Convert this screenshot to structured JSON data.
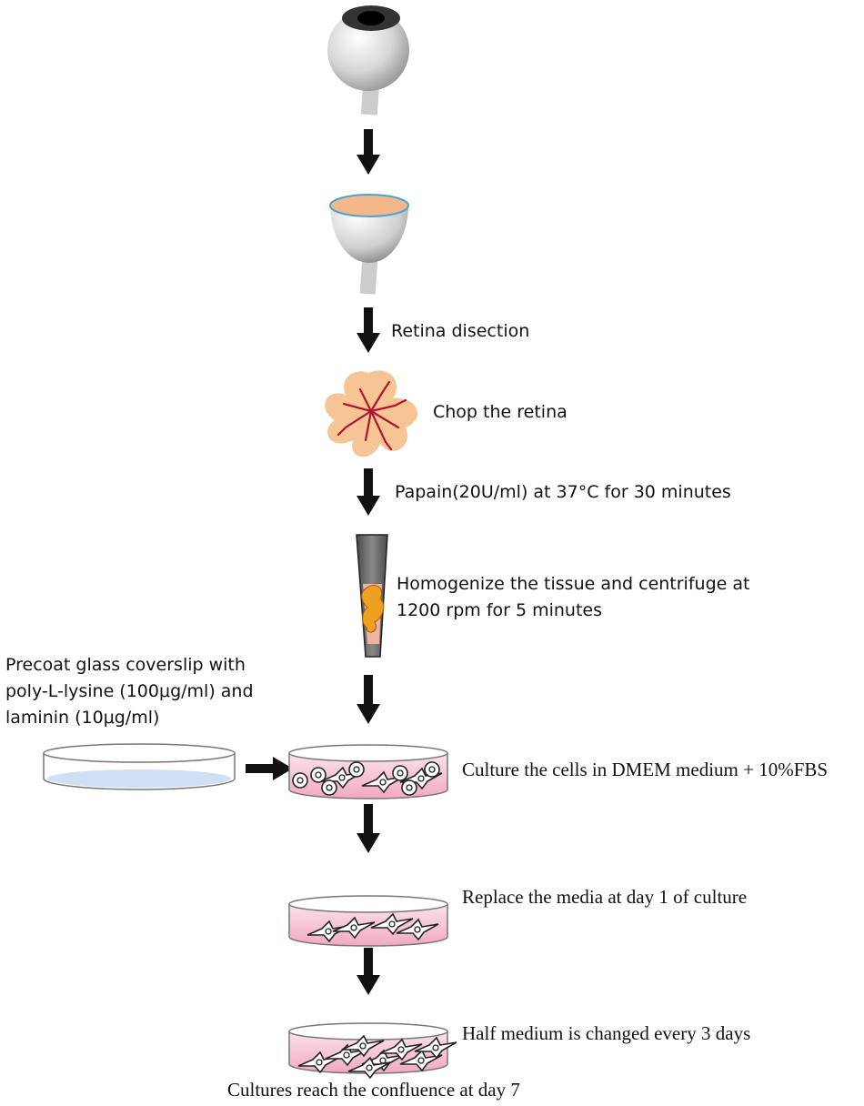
{
  "steps": {
    "retina_dissection": "Retina disection",
    "chop": "Chop the retina",
    "papain": "Papain(20U/ml) at 37°C for 30 minutes",
    "homogenize_line1": "Homogenize the tissue and centrifuge at",
    "homogenize_line2": "1200 rpm for 5 minutes",
    "precoat_line1": "Precoat glass coverslip with",
    "precoat_line2": "poly-L-lysine (100μg/ml) and",
    "precoat_line3": "laminin (10μg/ml)",
    "culture": "Culture the cells in DMEM medium + 10%FBS",
    "replace": "Replace the media at day 1 of culture",
    "half_medium": "Half medium is changed every 3 days",
    "confluence": "Cultures reach the confluence at day 7"
  },
  "colors": {
    "arrow": "#111111",
    "retina": "#f6c495",
    "vessel": "#b0152c",
    "medium": "#f4c6d4",
    "coverslip": "#cfe0f5",
    "eye_rim": "#4aa3d8",
    "eye_cut": "#f3b78a",
    "tube": "#5f5f5f",
    "tissue": "#f0a020"
  },
  "icons": {
    "eye": "eyeball-icon",
    "eyecup": "eyecup-icon",
    "retina": "retina-icon",
    "tube": "centrifuge-tube-icon",
    "dish": "petri-dish-icon"
  }
}
